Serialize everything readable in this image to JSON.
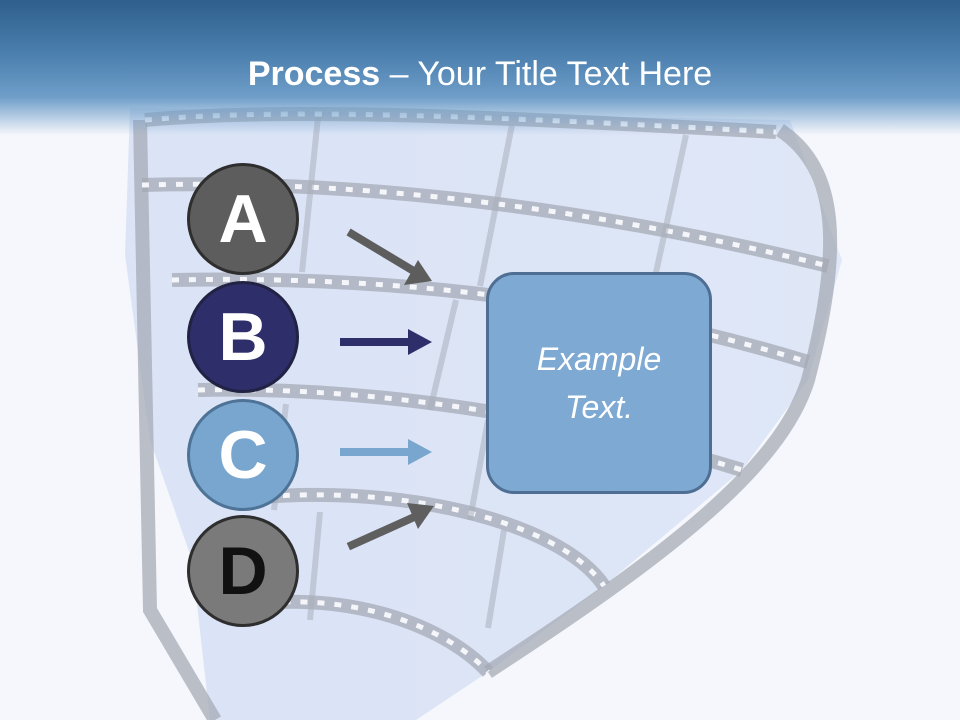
{
  "slide": {
    "title_bold": "Process",
    "title_rest": " – Your Title Text Here"
  },
  "steps": [
    {
      "letter": "A",
      "fill": "#5d5d5d",
      "arrow_color": "#5d5d5d"
    },
    {
      "letter": "B",
      "fill": "#2e2e6a",
      "arrow_color": "#2e2e6a"
    },
    {
      "letter": "C",
      "fill": "#79a6cf",
      "arrow_color": "#79a6cf"
    },
    {
      "letter": "D",
      "fill": "#7a7a7a",
      "arrow_color": "#5f5f5f"
    }
  ],
  "box": {
    "text": "Example Text.",
    "fill": "#7ea9d2"
  },
  "colors": {
    "header": "#3f6f9c",
    "film": "#b8c6dc"
  },
  "icons": {
    "background": "film-strip-illustration"
  }
}
